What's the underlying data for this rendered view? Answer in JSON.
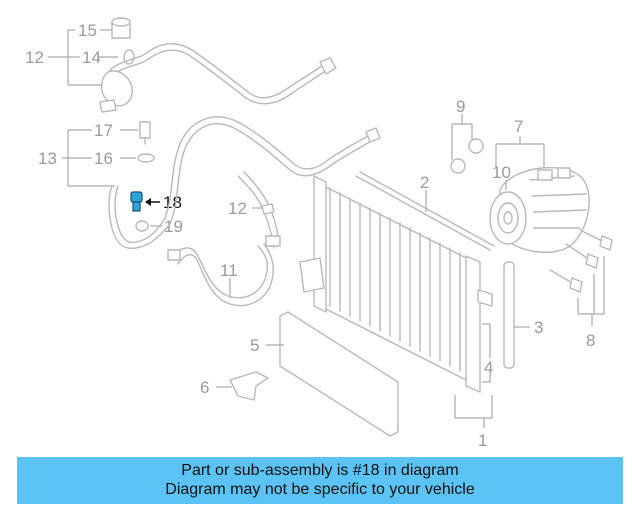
{
  "diagram": {
    "callouts": {
      "c1": "1",
      "c2": "2",
      "c3": "3",
      "c4": "4",
      "c5": "5",
      "c6": "6",
      "c7": "7",
      "c8": "8",
      "c9": "9",
      "c10": "10",
      "c11a": "11",
      "c12a": "12",
      "c12b": "12",
      "c13": "13",
      "c14": "14",
      "c15": "15",
      "c16": "16",
      "c17": "17",
      "c18": "18",
      "c19": "19"
    },
    "highlight_part": "18",
    "colors": {
      "line_art": "#b9b9b9",
      "highlight_part": "#2aa7d8",
      "banner": "#5bc3f5"
    }
  },
  "banner": {
    "line1": "Part or sub-assembly is #18 in diagram",
    "line2": "Diagram may not be specific to your vehicle"
  }
}
